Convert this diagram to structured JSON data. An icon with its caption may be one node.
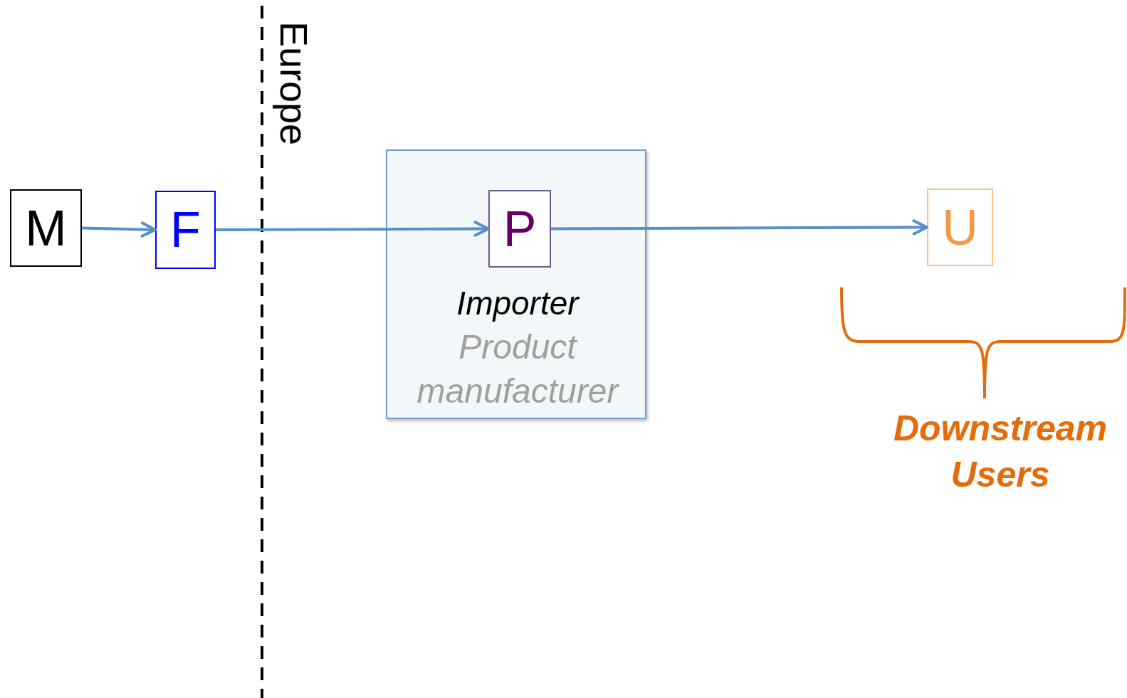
{
  "diagram": {
    "nodes": [
      {
        "text": [
          "M"
        ]
      },
      {
        "text": [
          "F"
        ]
      },
      {
        "text": [
          "Importer",
          "Product manufacturer"
        ]
      },
      {
        "text": [
          "P"
        ],
        "in": 2
      },
      {
        "text": [
          "U"
        ]
      }
    ],
    "edges": [
      {
        "from": 0,
        "to": 1,
        "arrow": "to"
      },
      {
        "from": 1,
        "to": 3,
        "arrow": "to"
      },
      {
        "from": 3,
        "to": 4,
        "arrow": "to"
      }
    ],
    "labels": [
      "Europe",
      "Downstream Users"
    ]
  }
}
